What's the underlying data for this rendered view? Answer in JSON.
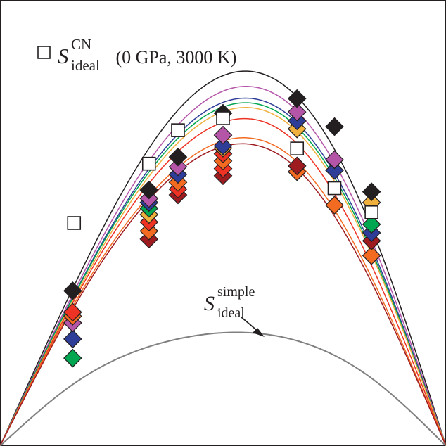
{
  "chart_data": {
    "type": "scatter",
    "title": "",
    "xlabel": "",
    "ylabel": "",
    "xlim": [
      0,
      1
    ],
    "ylim": [
      0,
      1
    ],
    "grid": false,
    "annotations": {
      "legend": {
        "symbol": "open-square",
        "S": "S",
        "sup": "CN",
        "sub": "ideal",
        "rest": " (0 GPa, 3000 K)"
      },
      "simple_label": {
        "S": "S",
        "sup": "simple",
        "sub": "ideal"
      }
    },
    "colors": {
      "frame": "#231f20",
      "black": "#231f20",
      "magenta": "#b455a8",
      "purple": "#8f4fb0",
      "blue": "#2e3e98",
      "green": "#00a650",
      "yellow": "#f0b03e",
      "orange": "#f26b21",
      "red": "#ee3224",
      "darkred": "#9e1b20",
      "gray": "#808080"
    },
    "curves": [
      {
        "color": "black",
        "xs": [
          0,
          0.166,
          0.399,
          0.666,
          0.833,
          1
        ],
        "ys": [
          0,
          0.359,
          0.753,
          0.783,
          0.488,
          0
        ]
      },
      {
        "color": "magenta",
        "xs": [
          0,
          0.166,
          0.399,
          0.666,
          0.833,
          1
        ],
        "ys": [
          0,
          0.346,
          0.72,
          0.751,
          0.462,
          0
        ]
      },
      {
        "color": "blue",
        "xs": [
          0,
          0.166,
          0.399,
          0.666,
          0.833,
          1
        ],
        "ys": [
          0,
          0.339,
          0.699,
          0.725,
          0.445,
          0
        ]
      },
      {
        "color": "green",
        "xs": [
          0,
          0.166,
          0.399,
          0.666,
          0.833,
          1
        ],
        "ys": [
          0,
          0.337,
          0.69,
          0.715,
          0.437,
          0
        ]
      },
      {
        "color": "yellow",
        "xs": [
          0,
          0.166,
          0.399,
          0.666,
          0.833,
          1
        ],
        "ys": [
          0,
          0.331,
          0.68,
          0.705,
          0.43,
          0
        ]
      },
      {
        "color": "red",
        "xs": [
          0,
          0.166,
          0.399,
          0.666,
          0.833,
          1
        ],
        "ys": [
          0,
          0.326,
          0.66,
          0.678,
          0.405,
          0
        ]
      },
      {
        "color": "orange",
        "xs": [
          0,
          0.166,
          0.399,
          0.666,
          0.833,
          1
        ],
        "ys": [
          0,
          0.318,
          0.625,
          0.637,
          0.378,
          0
        ]
      },
      {
        "color": "darkred",
        "xs": [
          0,
          0.166,
          0.399,
          0.666,
          0.833,
          1
        ],
        "ys": [
          0,
          0.312,
          0.615,
          0.622,
          0.367,
          0
        ]
      },
      {
        "color": "gray",
        "xs": [
          0,
          0.166,
          0.399,
          0.666,
          0.833,
          1
        ],
        "ys": [
          0,
          0.14,
          0.24,
          0.236,
          0.152,
          0
        ]
      }
    ],
    "diamond_groups": [
      {
        "x": 0.163,
        "diamonds": [
          {
            "y": 0.197,
            "color": "green"
          },
          {
            "y": 0.24,
            "color": "blue"
          },
          {
            "y": 0.276,
            "color": "magenta"
          },
          {
            "y": 0.291,
            "color": "orange"
          },
          {
            "y": 0.3,
            "color": "red"
          },
          {
            "y": 0.348,
            "color": "black"
          }
        ]
      },
      {
        "x": 0.334,
        "diamonds": [
          {
            "y": 0.464,
            "color": "darkred"
          },
          {
            "y": 0.482,
            "color": "orange"
          },
          {
            "y": 0.502,
            "color": "red"
          },
          {
            "y": 0.519,
            "color": "yellow"
          },
          {
            "y": 0.533,
            "color": "green"
          },
          {
            "y": 0.546,
            "color": "blue"
          },
          {
            "y": 0.555,
            "color": "magenta"
          },
          {
            "y": 0.574,
            "color": "black"
          }
        ]
      },
      {
        "x": 0.399,
        "diamonds": [
          {
            "y": 0.563,
            "color": "darkred"
          },
          {
            "y": 0.576,
            "color": "red"
          },
          {
            "y": 0.591,
            "color": "orange"
          },
          {
            "y": 0.609,
            "color": "blue"
          },
          {
            "y": 0.626,
            "color": "magenta"
          },
          {
            "y": 0.648,
            "color": "black"
          }
        ]
      },
      {
        "x": 0.5,
        "diamonds": [
          {
            "y": 0.606,
            "color": "darkred"
          },
          {
            "y": 0.622,
            "color": "red"
          },
          {
            "y": 0.639,
            "color": "orange"
          },
          {
            "y": 0.655,
            "color": "red"
          },
          {
            "y": 0.668,
            "color": "yellow"
          },
          {
            "y": 0.673,
            "color": "blue"
          },
          {
            "y": 0.697,
            "color": "magenta"
          },
          {
            "y": 0.746,
            "color": "black"
          }
        ]
      },
      {
        "x": 0.666,
        "diamonds": [
          {
            "y": 0.615,
            "color": "orange"
          },
          {
            "y": 0.628,
            "color": "darkred"
          },
          {
            "y": 0.711,
            "color": "yellow"
          },
          {
            "y": 0.729,
            "color": "blue"
          },
          {
            "y": 0.749,
            "color": "magenta"
          },
          {
            "y": 0.779,
            "color": "black"
          }
        ]
      },
      {
        "x": 0.75,
        "diamonds": [
          {
            "y": 0.54,
            "color": "orange"
          },
          {
            "y": 0.618,
            "color": "blue"
          },
          {
            "y": 0.642,
            "color": "magenta"
          },
          {
            "y": 0.716,
            "color": "black"
          }
        ]
      },
      {
        "x": 0.833,
        "diamonds": [
          {
            "y": 0.427,
            "color": "orange"
          },
          {
            "y": 0.46,
            "color": "darkred"
          },
          {
            "y": 0.478,
            "color": "blue"
          },
          {
            "y": 0.497,
            "color": "green"
          },
          {
            "y": 0.546,
            "color": "yellow"
          },
          {
            "y": 0.57,
            "color": "black"
          }
        ]
      }
    ],
    "open_squares": [
      {
        "x": 0.166,
        "y": 0.5
      },
      {
        "x": 0.334,
        "y": 0.633
      },
      {
        "x": 0.399,
        "y": 0.708
      },
      {
        "x": 0.5,
        "y": 0.735
      },
      {
        "x": 0.666,
        "y": 0.667
      },
      {
        "x": 0.75,
        "y": 0.578
      },
      {
        "x": 0.833,
        "y": 0.524
      }
    ]
  }
}
